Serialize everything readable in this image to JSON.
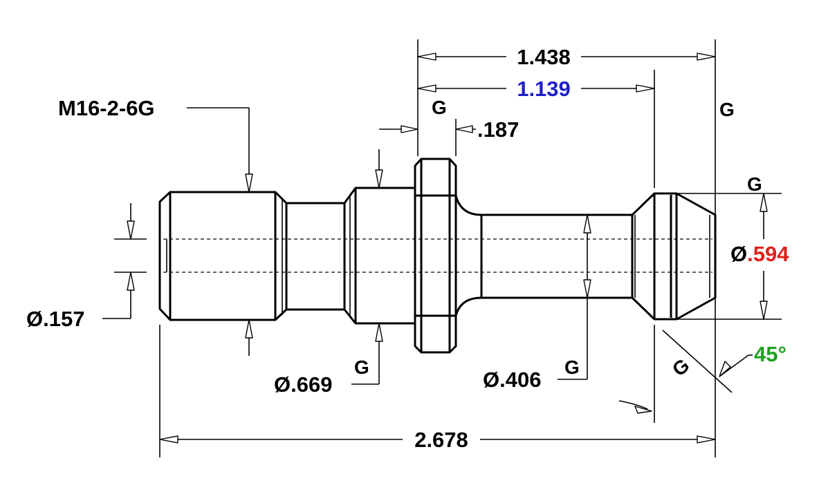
{
  "colors": {
    "ink": "#000000",
    "blue": "#1f1fc8",
    "red": "#e0201c",
    "green": "#1ea01e"
  },
  "dimensions": {
    "overall_top": "1.438",
    "inner_top": "1.139",
    "collar_width": ".187",
    "thread": "M16-2-6G",
    "bore_dia": "Ø.157",
    "collar_dia": "Ø.669",
    "neck_dia": "Ø.406",
    "head_prefix": "Ø",
    "head_value": ".594",
    "angle": "45°",
    "overall_length": "2.678"
  },
  "g_markers": {
    "g1": "G",
    "g2": "G",
    "g3": "G",
    "g4": "G",
    "g5": "G",
    "g6": "G"
  }
}
